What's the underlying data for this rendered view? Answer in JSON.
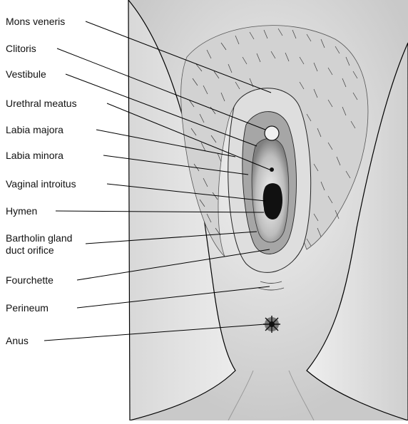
{
  "labels": [
    "Mons veneris",
    "Clitoris",
    "Vestibule",
    "Urethral meatus",
    "Labia majora",
    "Labia minora",
    "Vaginal introitus",
    "Hymen",
    "Bartholin gland",
    "duct orifice",
    "Fourchette",
    "Perineum",
    "Anus"
  ],
  "colors": {
    "skin_light": "#e9e9e9",
    "skin_mid": "#cfcfcf",
    "skin_dark": "#a8a8a8",
    "hair": "#3a3a3a",
    "opening": "#111111",
    "line": "#000000"
  },
  "icons": [
    "vulva-anatomy-illustration"
  ]
}
